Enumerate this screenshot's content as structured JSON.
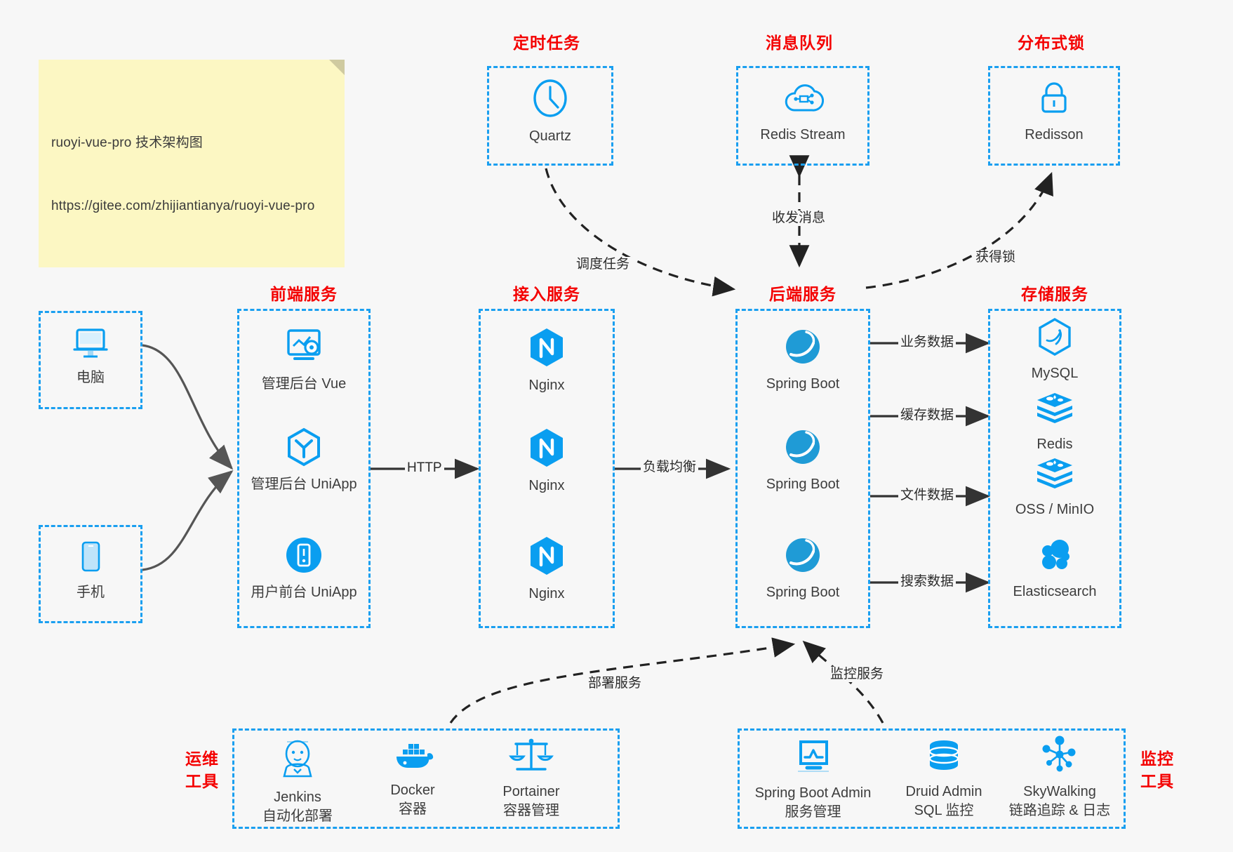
{
  "note": {
    "line1": "ruoyi-vue-pro 技术架构图",
    "line2": "https://gitee.com/zhijiantianya/ruoyi-vue-pro"
  },
  "colors": {
    "accent_blue": "#1a9ff0",
    "icon_blue": "#0a9ef0",
    "title_red": "#f40000",
    "text_dark": "#3d3d3d",
    "arrow_dark": "#333333",
    "background": "#f7f7f7",
    "note_yellow": "#fcf7c3"
  },
  "groups": {
    "scheduled_task": {
      "title": "定时任务"
    },
    "message_queue": {
      "title": "消息队列"
    },
    "distributed_lock": {
      "title": "分布式锁"
    },
    "frontend": {
      "title": "前端服务"
    },
    "gateway": {
      "title": "接入服务"
    },
    "backend": {
      "title": "后端服务"
    },
    "storage": {
      "title": "存储服务"
    },
    "devops": {
      "title_line1": "运维",
      "title_line2": "工具"
    },
    "monitoring": {
      "title_line1": "监控",
      "title_line2": "工具"
    }
  },
  "clients": [
    {
      "label": "电脑",
      "icon": "desktop-computer-icon"
    },
    {
      "label": "手机",
      "icon": "mobile-phone-icon"
    }
  ],
  "scheduled_task_nodes": [
    {
      "label": "Quartz",
      "icon": "clock-icon"
    }
  ],
  "message_queue_nodes": [
    {
      "label": "Redis Stream",
      "icon": "cloud-stream-icon"
    }
  ],
  "distributed_lock_nodes": [
    {
      "label": "Redisson",
      "icon": "lock-icon"
    }
  ],
  "frontend_nodes": [
    {
      "label": "管理后台 Vue",
      "icon": "dashboard-gear-icon"
    },
    {
      "label": "管理后台 UniApp",
      "icon": "uniapp-hexagon-icon"
    },
    {
      "label": "用户前台 UniApp",
      "icon": "mobile-app-icon"
    }
  ],
  "gateway_nodes": [
    {
      "label": "Nginx",
      "icon": "nginx-icon"
    },
    {
      "label": "Nginx",
      "icon": "nginx-icon"
    },
    {
      "label": "Nginx",
      "icon": "nginx-icon"
    }
  ],
  "backend_nodes": [
    {
      "label": "Spring Boot",
      "icon": "spring-boot-icon"
    },
    {
      "label": "Spring Boot",
      "icon": "spring-boot-icon"
    },
    {
      "label": "Spring Boot",
      "icon": "spring-boot-icon"
    }
  ],
  "storage_nodes": [
    {
      "label": "MySQL",
      "icon": "mysql-icon"
    },
    {
      "label": "Redis",
      "icon": "redis-icon"
    },
    {
      "label": "OSS / MinIO",
      "icon": "oss-minio-icon"
    },
    {
      "label": "Elasticsearch",
      "icon": "elasticsearch-icon"
    }
  ],
  "devops_nodes": [
    {
      "label": "Jenkins",
      "sub": "自动化部署",
      "icon": "jenkins-icon"
    },
    {
      "label": "Docker",
      "sub": "容器",
      "icon": "docker-icon"
    },
    {
      "label": "Portainer",
      "sub": "容器管理",
      "icon": "portainer-scales-icon"
    }
  ],
  "monitoring_nodes": [
    {
      "label": "Spring Boot Admin",
      "sub": "服务管理",
      "icon": "monitor-chart-icon"
    },
    {
      "label": "Druid Admin",
      "sub": "SQL 监控",
      "icon": "database-stack-icon"
    },
    {
      "label": "SkyWalking",
      "sub": "链路追踪 & 日志",
      "icon": "skywalking-node-icon"
    }
  ],
  "edges": [
    {
      "label": "HTTP",
      "from": "frontend",
      "to": "gateway"
    },
    {
      "label": "负载均衡",
      "from": "gateway",
      "to": "backend"
    },
    {
      "label": "调度任务",
      "from": "scheduled_task",
      "to": "backend"
    },
    {
      "label": "收发消息",
      "from": "message_queue",
      "to": "backend"
    },
    {
      "label": "获得锁",
      "from": "backend",
      "to": "distributed_lock"
    },
    {
      "label": "业务数据",
      "from": "backend",
      "to": "storage"
    },
    {
      "label": "缓存数据",
      "from": "backend",
      "to": "storage"
    },
    {
      "label": "文件数据",
      "from": "backend",
      "to": "storage"
    },
    {
      "label": "搜索数据",
      "from": "backend",
      "to": "storage"
    },
    {
      "label": "部署服务",
      "from": "devops",
      "to": "backend"
    },
    {
      "label": "监控服务",
      "from": "monitoring",
      "to": "backend"
    }
  ]
}
